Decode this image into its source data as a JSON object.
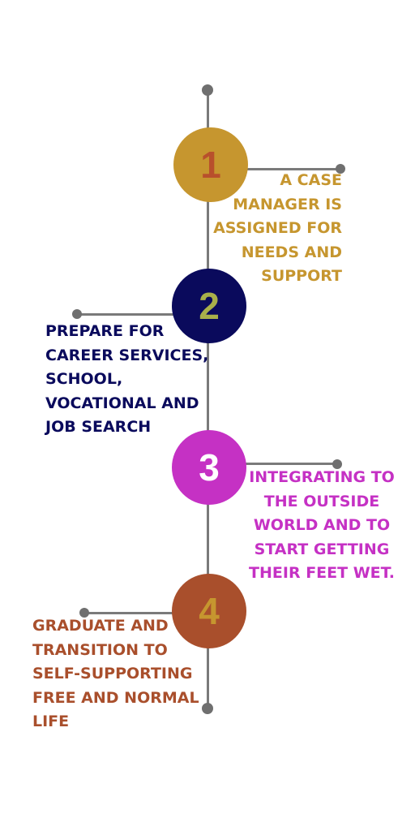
{
  "steps": [
    {
      "number": "1",
      "text": "A CASE\nMANAGER  IS\nASSIGNED FOR\nNEEDS AND\nSUPPORT",
      "circle_color": "#c6962f",
      "number_color": "#b8502c",
      "text_color": "#c6962f"
    },
    {
      "number": "2",
      "text": "PREPARE FOR\nCAREER SERVICES,\nSCHOOL,\nVOCATIONAL AND\nJOB SEARCH",
      "circle_color": "#0a0a5c",
      "number_color": "#a9b04a",
      "text_color": "#0a0a5c"
    },
    {
      "number": "3",
      "text": "INTEGRATING TO\nTHE OUTSIDE\nWORLD AND TO\nSTART GETTING\nTHEIR FEET WET.",
      "circle_color": "#c531c4",
      "number_color": "#ffffff",
      "text_color": "#c531c4"
    },
    {
      "number": "4",
      "text": "GRADUATE AND\nTRANSITION TO\nSELF-SUPPORTING\nFREE AND NORMAL\nLIFE",
      "circle_color": "#a94f2c",
      "number_color": "#c6962f",
      "text_color": "#a94f2c"
    }
  ]
}
